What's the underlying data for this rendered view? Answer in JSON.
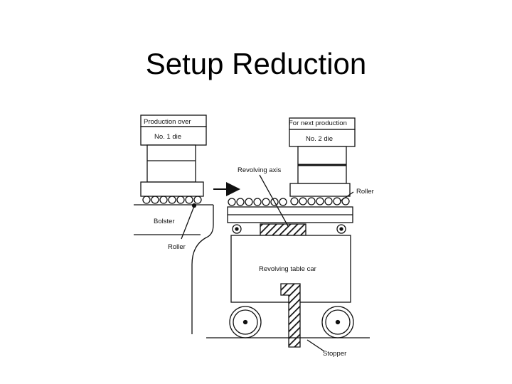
{
  "slide": {
    "title": "Setup Reduction"
  },
  "diagram": {
    "labels": {
      "production_over": "Production over",
      "no1_die": "No. 1 die",
      "for_next_production": "For next production",
      "no2_die": "No. 2 die",
      "revolving_axis": "Revolving axis",
      "roller_right": "Roller",
      "bolster": "Bolster",
      "roller_left": "Roller",
      "revolving_table_car": "Revolving table car",
      "stopper": "Stopper"
    },
    "colors": {
      "ink": "#111111",
      "background": "#ffffff"
    }
  }
}
